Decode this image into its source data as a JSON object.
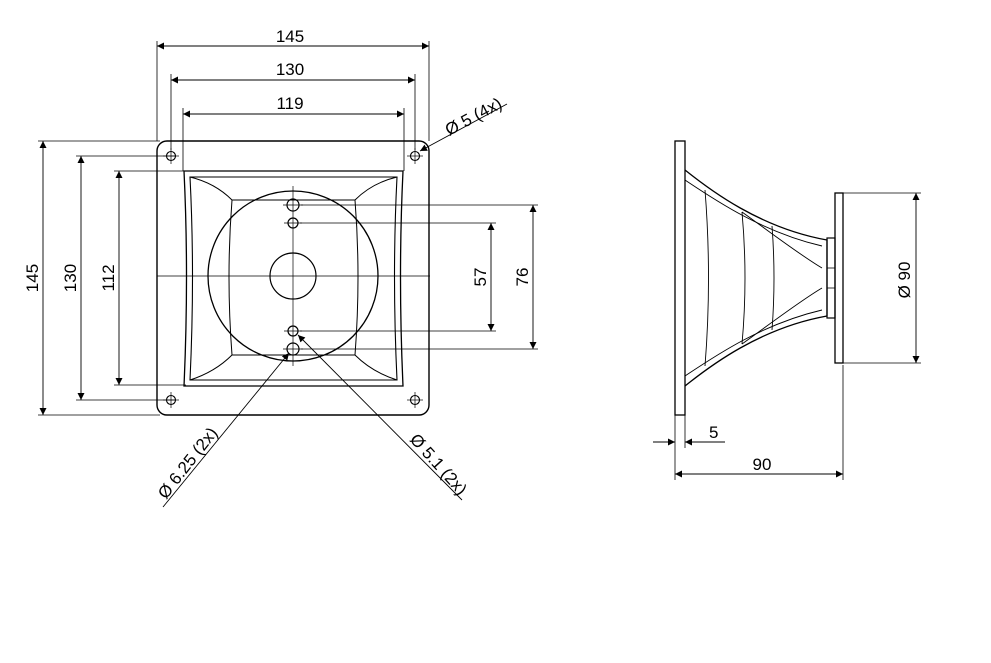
{
  "front_view": {
    "overall_width": "145",
    "hole_spacing_width": "130",
    "inner_width": "119",
    "overall_height": "145",
    "hole_spacing_height": "130",
    "inner_height": "112",
    "bolt_hole_callout": "Ø 5 (4x)",
    "throat_bolt_spacing_inner": "57",
    "throat_bolt_spacing_outer": "76",
    "large_hole_callout": "Ø 6.25 (2x)",
    "small_hole_callout": "Ø 5.1 (2x)"
  },
  "side_view": {
    "flange_thickness": "5",
    "overall_depth": "90",
    "throat_flange_diameter": "Ø 90"
  }
}
